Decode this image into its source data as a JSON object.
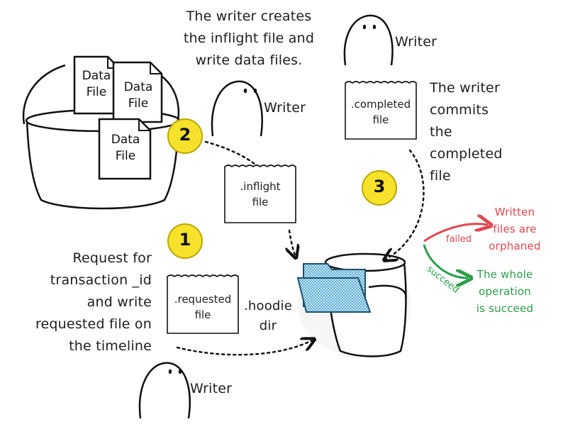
{
  "steps": {
    "one": "1",
    "two": "2",
    "three": "3"
  },
  "data_files": {
    "f1": [
      "Data",
      "File"
    ],
    "f2": [
      "Data",
      "File"
    ],
    "f3": [
      "Data",
      "File"
    ]
  },
  "writers": {
    "top_right": "Writer",
    "middle": "Writer",
    "bottom": "Writer"
  },
  "captions": {
    "top": [
      "The writer creates",
      "the inflight file and",
      "write data files."
    ],
    "right": [
      "The writer",
      "commits",
      "the",
      "completed",
      "file"
    ],
    "left": [
      "Request for",
      "transaction _id",
      "and write",
      "requested file on",
      "the timeline"
    ]
  },
  "files": {
    "completed": [
      ".completed",
      "file"
    ],
    "inflight": [
      ".inflight",
      "file"
    ],
    "requested": [
      ".requested",
      "file"
    ]
  },
  "hoodie_dir": [
    ".hoodie",
    "dir"
  ],
  "outcomes": {
    "failed_label": "failed",
    "failed_result": [
      "Written",
      "files are",
      "orphaned"
    ],
    "succeed_label": "succeed",
    "succeed_result": [
      "The whole",
      "operation",
      "is succeed"
    ]
  },
  "colors": {
    "step_yellow": "#f6e22a",
    "folder_blue": "#7fc3e6",
    "failed_red": "#e0474f",
    "succeed_green": "#2a9d48"
  }
}
